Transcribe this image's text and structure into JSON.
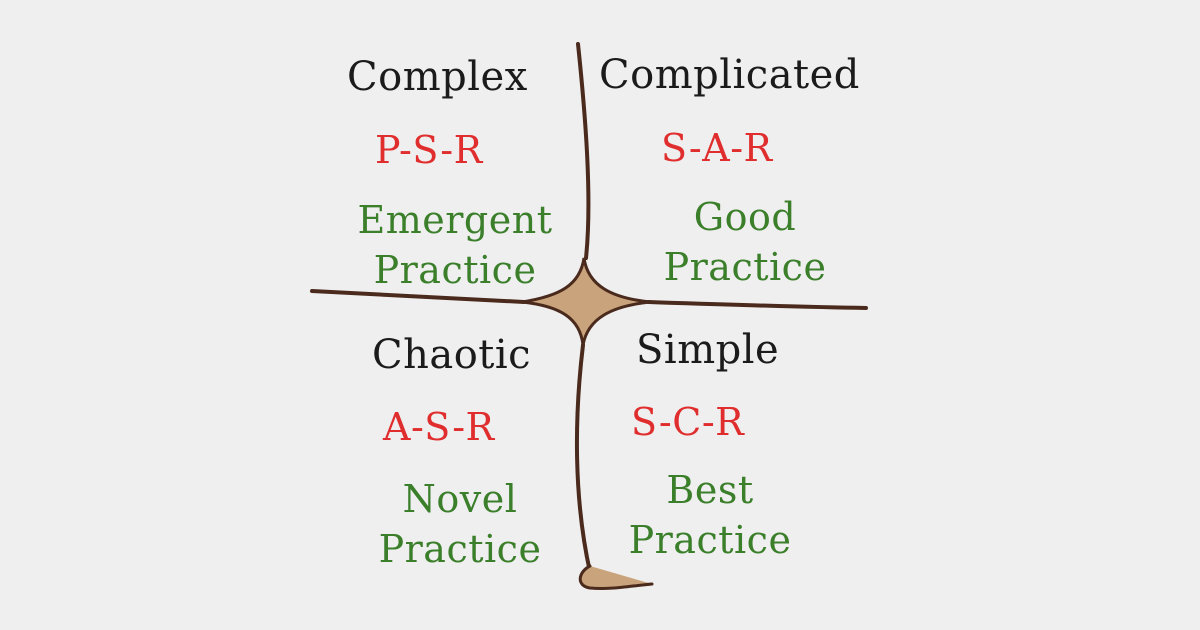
{
  "diagram": {
    "colors": {
      "background": "#efefef",
      "domain_label": "#1b1b1b",
      "model_label": "#e02d2d",
      "practice_label": "#3b7f2b",
      "lines": "#4a2a1c",
      "center_fill": "#c9a37c"
    },
    "quadrants": {
      "complex": {
        "title": "Complex",
        "model": "P-S-R",
        "practice": "Emergent Practice"
      },
      "complicated": {
        "title": "Complicated",
        "model": "S-A-R",
        "practice": "Good Practice"
      },
      "chaotic": {
        "title": "Chaotic",
        "model": "A-S-R",
        "practice": "Novel Practice"
      },
      "simple": {
        "title": "Simple",
        "model": "S-C-R",
        "practice": "Best Practice"
      }
    }
  }
}
